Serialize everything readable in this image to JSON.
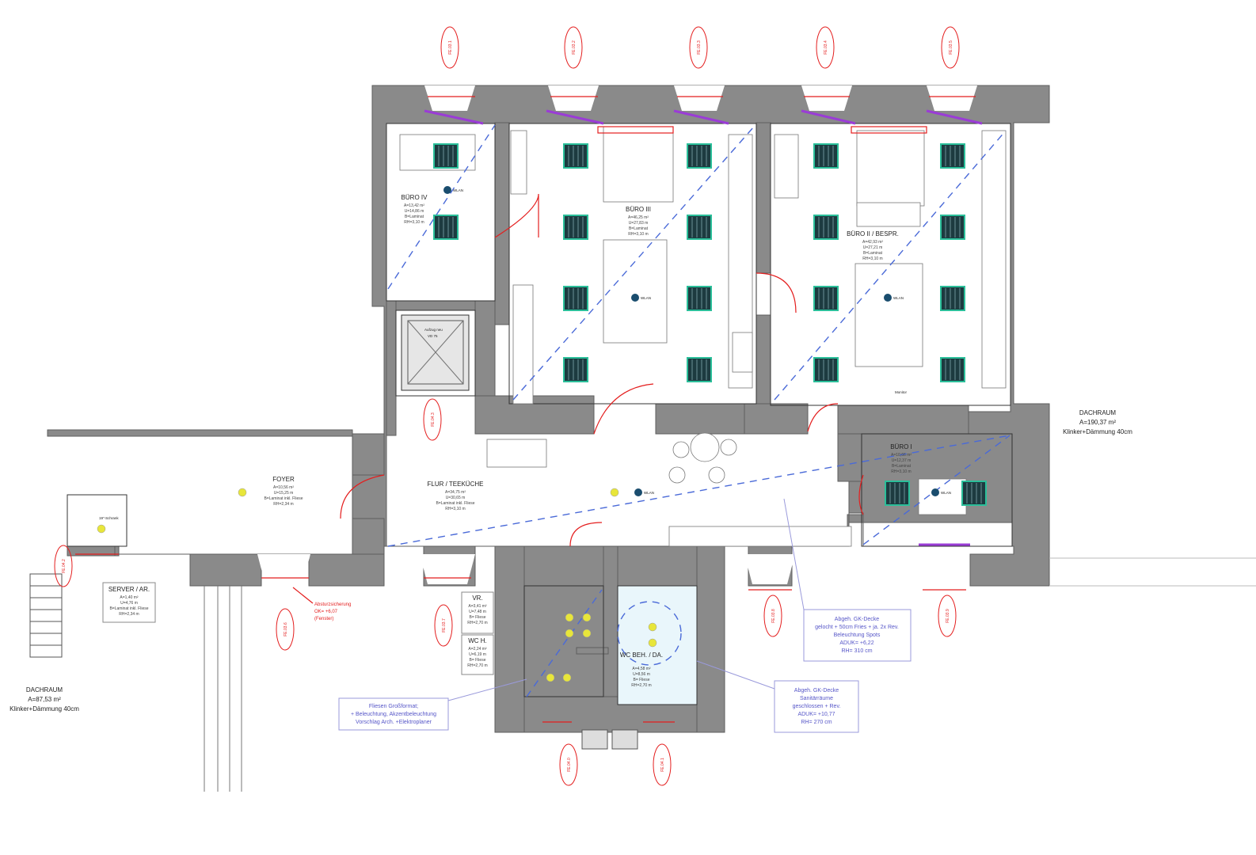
{
  "rooms": [
    {
      "name": "BÜRO IV",
      "meta": [
        "A=13,42 m²",
        "U=14,86 m",
        "B=Laminat",
        "RH=3,10 m"
      ]
    },
    {
      "name": "BÜRO III",
      "meta": [
        "A=46,25 m²",
        "U=27,83 m",
        "B=Laminat",
        "RH=3,10 m"
      ]
    },
    {
      "name": "BÜRO II / BESPR.",
      "meta": [
        "A=42,93 m²",
        "U=27,21 m",
        "B=Laminat",
        "RH=3,10 m"
      ]
    },
    {
      "name": "BÜRO I",
      "meta": [
        "A=10,66 m²",
        "U=12,37 m",
        "B=Laminat",
        "RH=3,10 m"
      ]
    },
    {
      "name": "FOYER",
      "meta": [
        "A=10,56 m²",
        "U=15,25 m",
        "B=Laminat inkl. Fliese",
        "RH=2,34 m"
      ]
    },
    {
      "name": "FLUR / TEEKÜCHE",
      "meta": [
        "A=34,75 m²",
        "U=30,65 m",
        "B=Laminat inkl. Fliese",
        "RH=3,10 m"
      ]
    },
    {
      "name": "SERVER / AR.",
      "meta": [
        "A=1,40 m²",
        "U=4,76 m",
        "B=Laminat inkl. Fliese",
        "RH=2,34 m"
      ]
    },
    {
      "name": "VR.",
      "meta": [
        "A=3,41 m²",
        "U=7,48 m",
        "B= Fliese",
        "RH=2,70 m"
      ]
    },
    {
      "name": "WC H.",
      "meta": [
        "A=2,24 m²",
        "U=6,19 m",
        "B= Fliese",
        "RH=2,70 m"
      ]
    },
    {
      "name": "WC BEH. / DA.",
      "meta": [
        "A=4,58 m²",
        "U=8,56 m",
        "B= Fliese",
        "RH=2,70 m"
      ]
    }
  ],
  "dachraum_left": {
    "name": "DACHRAUM",
    "area": "A=87,53 m²",
    "insulation": "Klinker+Dämmung 40cm"
  },
  "dachraum_right": {
    "name": "DACHRAUM",
    "area": "A=190,37 m²",
    "insulation": "Klinker+Dämmung 40cm"
  },
  "notes": {
    "ceiling_spots": [
      "Abgeh. GK-Decke",
      "gelocht + 50cm Fries + ja. 2x Rev.",
      "Beleuchtung Spots",
      "ADUK= +6,22",
      "RH= 310 cm"
    ],
    "ceiling_sanitary": [
      "Abgeh. GK-Decke",
      "Sanitärräume",
      "geschlossen + Rev.",
      "ADUK= +10,77",
      "RH= 270 cm"
    ],
    "tiles": [
      "Fliesen Großformat;",
      "+ Beleuchtung, Akzentbeleuchtung",
      "Vorschlag Arch. +Elektroplaner"
    ],
    "sealing": [
      "Absturzsicherung",
      "OK= +6,07",
      "(Fenster)"
    ]
  },
  "labels": {
    "wlan": "WLAN",
    "lift": [
      "Aufzug neu",
      "VD 75"
    ],
    "server_rack": "19\"-Schrank",
    "monitor": "Monitor"
  },
  "window_tags": [
    "FE.03.1",
    "FE.03.2",
    "FE.03.3",
    "FE.03.4",
    "FE.03.5",
    "FE.03.6",
    "FE.03.7",
    "FE.03.8",
    "FE.03.9",
    "FE.04.0",
    "FE.04.1",
    "FE.04.2",
    "FE.04.3"
  ],
  "colors": {
    "wall": "#8a8a8a",
    "electrical": "#e41e1e",
    "dashed": "#4a6ad8",
    "note": "#5656c8",
    "window_sill": "#9a3cd6",
    "light_grid": "#1d3b40",
    "light_frame": "#2bbf9a"
  }
}
